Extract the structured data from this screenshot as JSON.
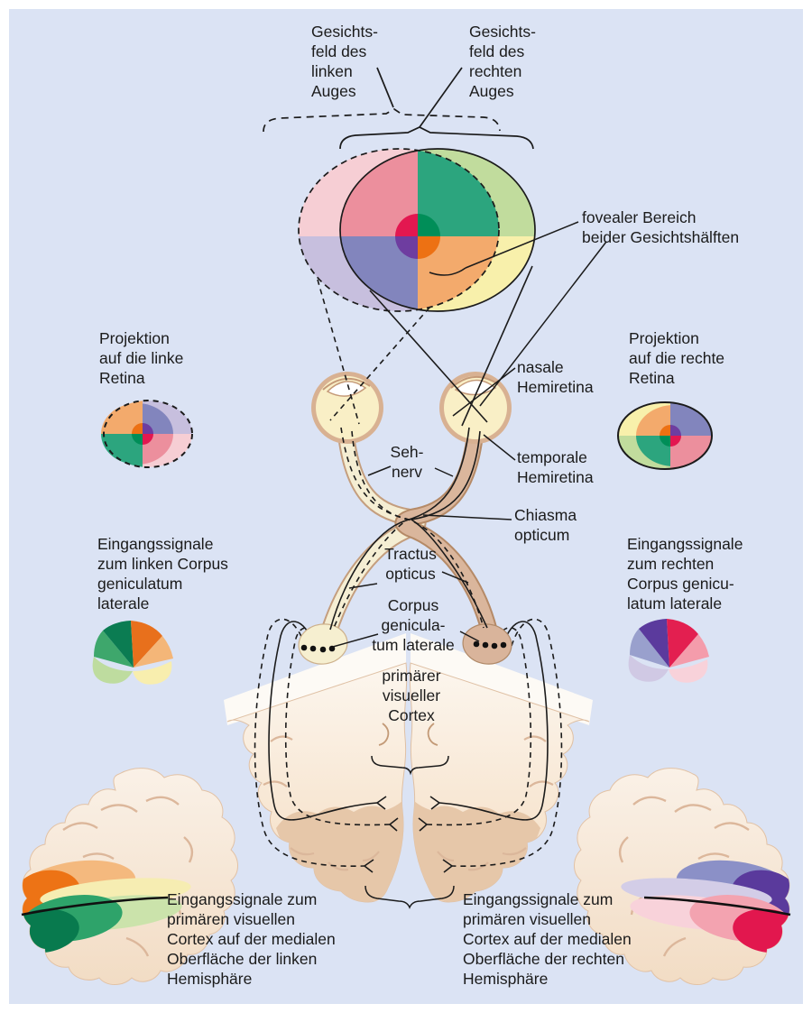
{
  "figure": {
    "language": "de",
    "subject_labels": {
      "gesichtsfeld_links": "Gesichts-\nfeld des\nlinken\nAuges",
      "gesichtsfeld_rechts": "Gesichts-\nfeld des\nrechten\nAuges",
      "fovealer_bereich": "fovealer Bereich\nbeider Gesichtshälften",
      "projektion_links": "Projektion\nauf die linke\nRetina",
      "projektion_rechts": "Projektion\nauf die rechte\nRetina",
      "nasale_hemiretina": "nasale\nHemiretina",
      "temporale_hemiretina": "temporale\nHemiretina",
      "sehnerv": "Seh-\nnerv",
      "chiasma_opticum": "Chiasma\nopticum",
      "tractus_opticus": "Tractus\nopticus",
      "corpus_geniculatum": "Corpus\ngenicula-\ntum laterale",
      "primaerer_cortex": "primärer\nvisueller\nCortex",
      "eingang_lgn_links": "Eingangssignale\nzum linken Corpus\ngeniculatum\nlaterale",
      "eingang_lgn_rechts": "Eingangssignale\nzum rechten\nCorpus genicu-\nlatum laterale",
      "eingang_cortex_links": "Eingangssignale zum\nprimären visuellen\nCortex auf der medialen\nOberfläche der linken\nHemisphäre",
      "eingang_cortex_rechts": "Eingangssignale zum\nprimären visuellen\nCortex auf der medialen\nOberfläche der rechten\nHemisphäre"
    },
    "colors": {
      "panel_bg": "#dbe3f4",
      "ink": "#1b1b1b",
      "field_pink": "#ec8f9d",
      "field_green": "#2ca57e",
      "field_blue": "#8285bd",
      "field_orange": "#f3aa6c",
      "crescent_pink": "#f6ced4",
      "crescent_purple": "#c7bfde",
      "crescent_green": "#c1dc9d",
      "crescent_yellow": "#f8f0ab",
      "fovea_red": "#e31750",
      "fovea_green": "#008e58",
      "fovea_purple": "#6e3da0",
      "fovea_orange": "#ed7113",
      "eye_cream": "#f9efc6",
      "eye_ring": "#d8b192",
      "nerve_cream": "#f5eed3",
      "nerve_tan": "#dab69c",
      "hemisphere_cream": "#faf2e8",
      "occipital_tan": "#e6c7a9",
      "lgn_left": "#f6efd0",
      "lgn_right": "#d9b49b"
    }
  }
}
